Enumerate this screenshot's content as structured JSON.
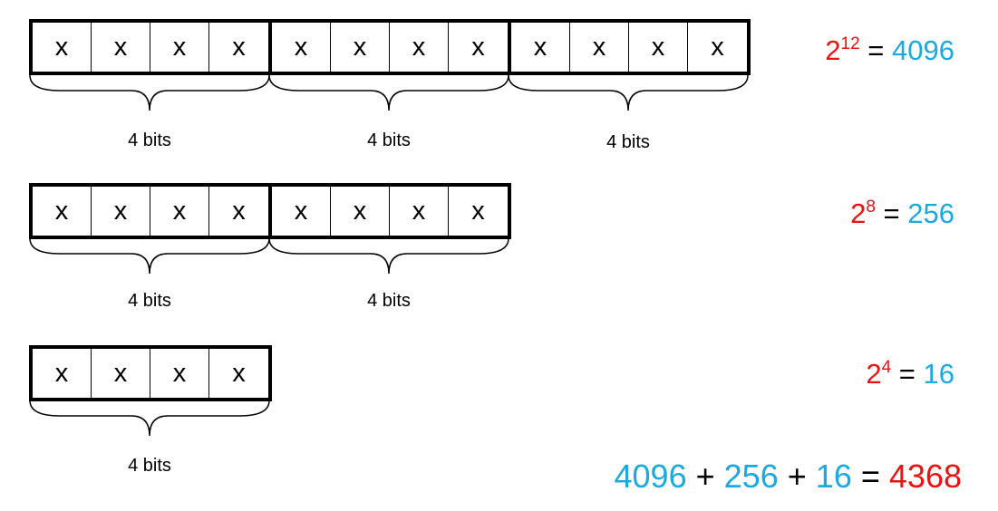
{
  "cell_glyph": "x",
  "group_label": "4 bits",
  "rows": [
    {
      "groups": 3,
      "formula": {
        "base": "2",
        "exp": "12",
        "eq": "=",
        "result": "4096"
      }
    },
    {
      "groups": 2,
      "formula": {
        "base": "2",
        "exp": "8",
        "eq": "=",
        "result": "256"
      }
    },
    {
      "groups": 1,
      "formula": {
        "base": "2",
        "exp": "4",
        "eq": "=",
        "result": "16"
      }
    }
  ],
  "total": {
    "a": "4096",
    "plus1": "+",
    "b": "256",
    "plus2": "+",
    "c": "16",
    "eq": "=",
    "result": "4368"
  },
  "colors": {
    "base": "#ee1111",
    "result": "#1aa9e0",
    "total_result": "#ee1111"
  }
}
